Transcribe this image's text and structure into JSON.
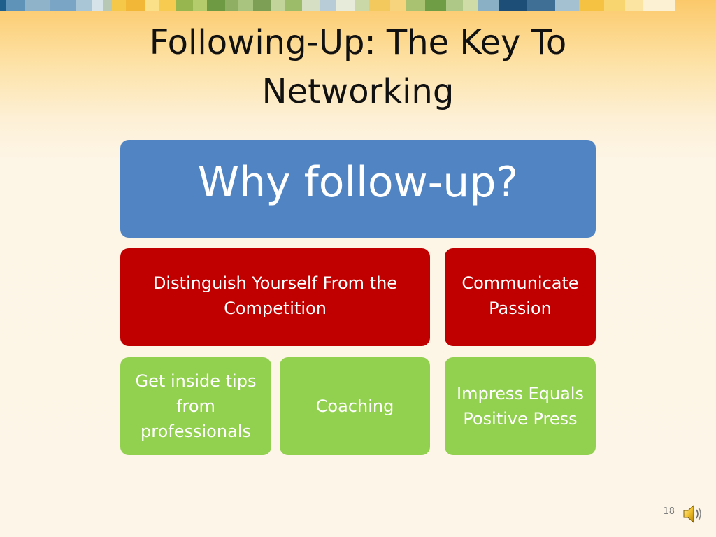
{
  "slide": {
    "title": "Following-Up: The Key To Networking",
    "page_number": "18"
  },
  "diagram": {
    "top_box": "Why follow-up?",
    "boxes": [
      {
        "label": "Distinguish Yourself From the Competition",
        "color": "#c00000"
      },
      {
        "label": "Communicate Passion",
        "color": "#c00000"
      },
      {
        "label": "Get inside tips from professionals",
        "color": "#92d050"
      },
      {
        "label": "Coaching",
        "color": "#92d050"
      },
      {
        "label": "Impress Equals Positive Press",
        "color": "#92d050"
      }
    ],
    "top_color": "#5084c3"
  },
  "icons": {
    "audio": "speaker-icon"
  }
}
